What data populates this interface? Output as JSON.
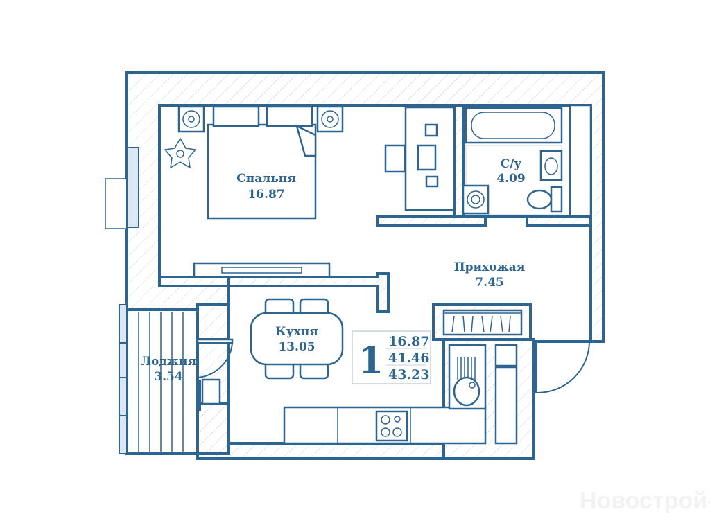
{
  "rooms": [
    {
      "name": "Спальня",
      "area": "16.87"
    },
    {
      "name": "С/у",
      "area": "4.09"
    },
    {
      "name": "Прихожая",
      "area": "7.45"
    },
    {
      "name": "Кухня",
      "area": "13.05"
    },
    {
      "name": "Лоджия",
      "area": "3.54"
    }
  ],
  "summary": {
    "rooms_count": "1",
    "living_area": "16.87",
    "total_area": "41.46",
    "area_with_loggia": "43.23"
  },
  "watermark": "Новострой-М",
  "colors": {
    "line": "#2e6490",
    "background": "#ffffff"
  }
}
